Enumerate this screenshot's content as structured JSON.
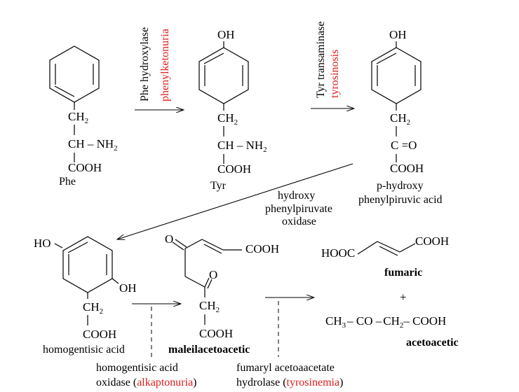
{
  "molecules": {
    "phe": {
      "name": "Phe",
      "top": "",
      "ch2": "CH",
      "ch2_sub": "2",
      "ch_amine": "CH – NH",
      "amine_sub": "2",
      "cooh": "COOH"
    },
    "tyr": {
      "name": "Tyr",
      "top": "OH",
      "ch2": "CH",
      "ch2_sub": "2",
      "ch_amine": "CH – NH",
      "amine_sub": "2",
      "cooh": "COOH"
    },
    "hppa": {
      "name_line1": "p-hydroxy",
      "name_line2": "phenylpiruvic acid",
      "top": "OH",
      "ch2": "CH",
      "ch2_sub": "2",
      "keto": "C =O",
      "cooh": "COOH"
    },
    "homogentisic": {
      "name": "homogentisic acid",
      "oh_top": "HO",
      "oh_side": "OH",
      "ch2": "CH",
      "ch2_sub": "2",
      "cooh": "COOH"
    },
    "maleylacetoacetic": {
      "name": "maleilacetoacetic",
      "o1": "O",
      "o2": "O",
      "cooh_top": "COOH",
      "ch2": "CH",
      "ch2_sub": "2",
      "cooh": "COOH"
    },
    "fumaric": {
      "name": "fumaric",
      "left": "HOOC",
      "right": "COOH"
    },
    "acetoacetic": {
      "name": "acetoacetic",
      "plus": "+",
      "formula_ch3": "CH",
      "ch3_sub": "3",
      "formula_co": "– CO –",
      "formula_ch2": "CH",
      "ch2_sub": "2",
      "formula_cooh": "– COOH"
    }
  },
  "enzymes": {
    "phe_hydroxylase": {
      "name": "Phe hydroxylase",
      "disease": "phenylketonuria"
    },
    "tyr_transaminase": {
      "name": "Tyr transaminase",
      "disease": "tyrosinosis"
    },
    "hppd": {
      "line1": "hydroxy",
      "line2": "phenylpiruvate",
      "line3": "oxidase"
    },
    "hgo": {
      "line1": "homogentisic acid",
      "line2_prefix": "oxidase (",
      "disease": "alkaptonuria",
      "suffix": ")"
    },
    "fah": {
      "line1": "fumaryl acetoaacetate",
      "line2_prefix": "hydrolase (",
      "disease": "tyrosinemia",
      "suffix": ")"
    }
  },
  "colors": {
    "disease": "#e01b1b",
    "structure": "#000000"
  }
}
